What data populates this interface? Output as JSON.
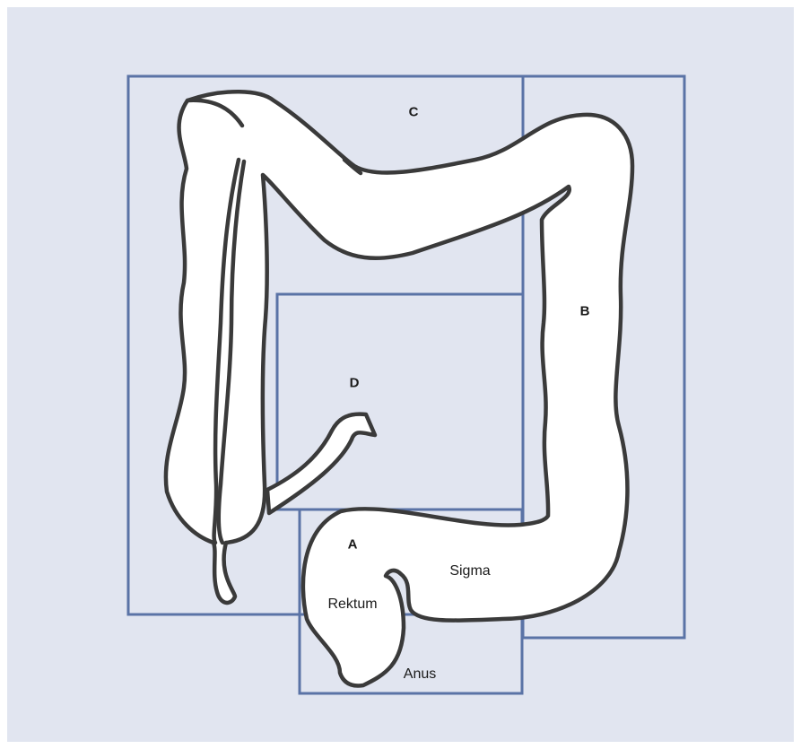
{
  "diagram": {
    "region_labels": {
      "a": "A",
      "b": "B",
      "c": "C",
      "d": "D"
    },
    "anatomy_labels": {
      "sigma": "Sigma",
      "rektum": "Rektum",
      "anus": "Anus"
    },
    "colors": {
      "background": "#e1e5f0",
      "box_stroke": "#5a73a6",
      "outline": "#3a3a3a",
      "fill": "#ffffff"
    }
  }
}
